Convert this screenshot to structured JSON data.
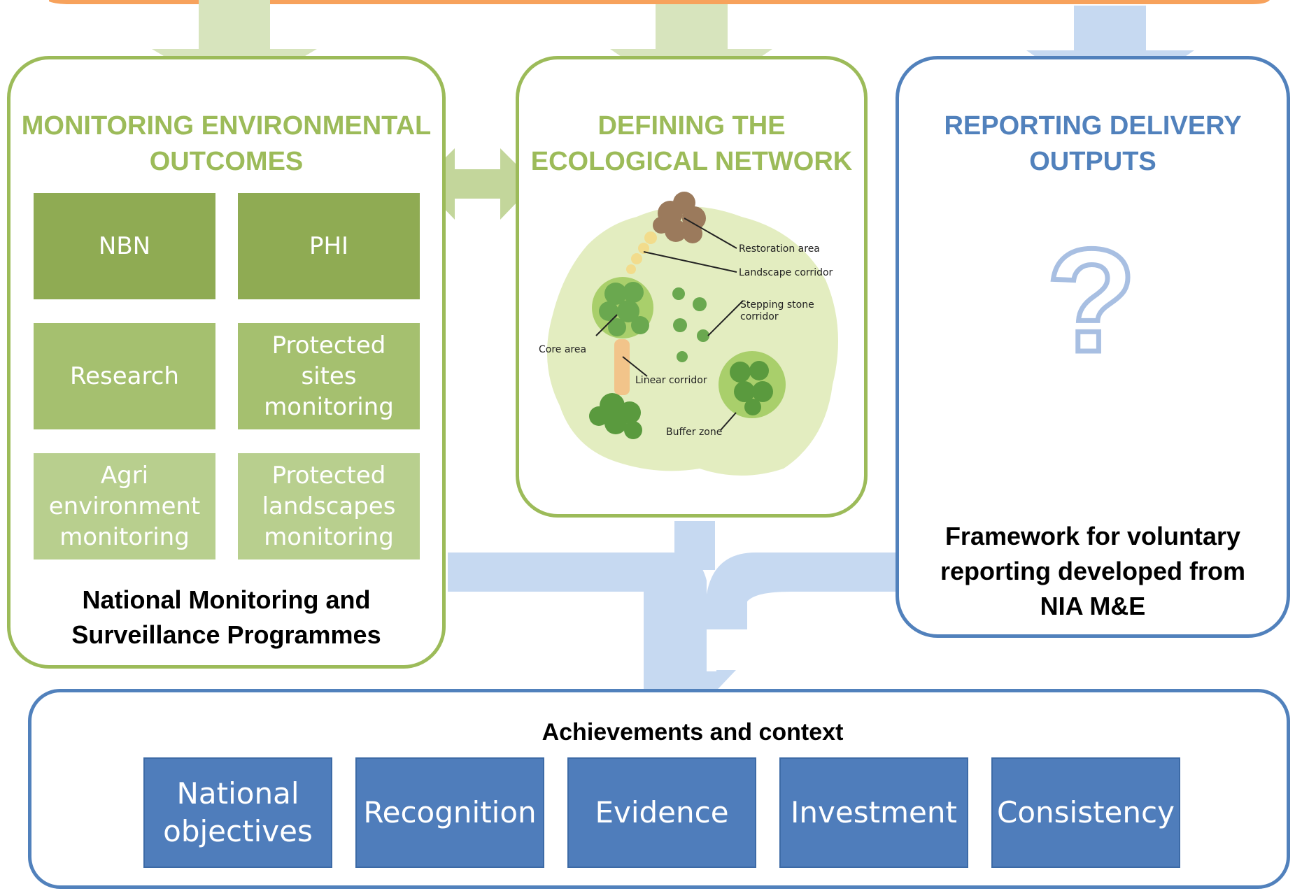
{
  "panels": {
    "monitoring": {
      "title_line1": "MONITORING ENVIRONMENTAL",
      "title_line2": "OUTCOMES",
      "boxes": [
        {
          "label": "NBN"
        },
        {
          "label": "PHI"
        },
        {
          "label": "Research"
        },
        {
          "label": "Protected sites monitoring"
        },
        {
          "label": "Agri environment monitoring"
        },
        {
          "label": "Protected landscapes monitoring"
        }
      ],
      "footer_line1": "National Monitoring and",
      "footer_line2": "Surveillance Programmes"
    },
    "network": {
      "title_line1": "DEFINING THE",
      "title_line2": "ECOLOGICAL NETWORK",
      "map_labels": {
        "restoration": "Restoration area",
        "landscape": "Landscape corridor",
        "stepping_line1": "Stepping stone",
        "stepping_line2": "corridor",
        "core": "Core area",
        "linear": "Linear corridor",
        "buffer": "Buffer zone"
      }
    },
    "reporting": {
      "title_line1": "REPORTING DELIVERY",
      "title_line2": "OUTPUTS",
      "question_mark": "?",
      "footer_line1": "Framework for voluntary",
      "footer_line2": "reporting developed from",
      "footer_line3": "NIA M&E"
    }
  },
  "bottom": {
    "title": "Achievements and context",
    "boxes": [
      {
        "label": "National objectives"
      },
      {
        "label": "Recognition"
      },
      {
        "label": "Evidence"
      },
      {
        "label": "Investment"
      },
      {
        "label": "Consistency"
      }
    ]
  },
  "colors": {
    "green_accent": "#9cbb59",
    "blue_accent": "#5181bc",
    "top_bar": "#f7a25c",
    "light_arrow_green": "#d7e4bd",
    "light_arrow_blue": "#c6d9f1"
  }
}
